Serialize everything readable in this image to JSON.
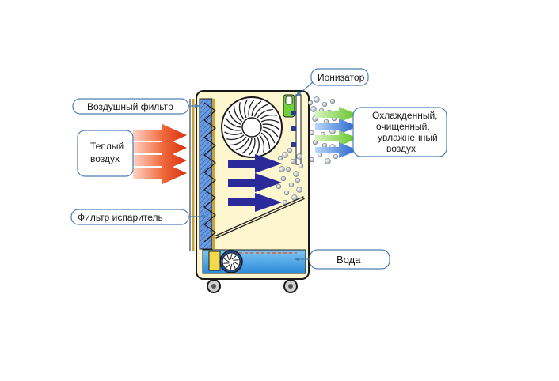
{
  "labels": {
    "air_filter": "Воздушный фильтр",
    "warm_air_line1": "Теплый",
    "warm_air_line2": "воздух",
    "evaporator_filter": "Фильтр испаритель",
    "ionizer": "Ионизатор",
    "output_line1": "Охлажденный,",
    "output_line2": "очищенный,",
    "output_line3": "увлажненный",
    "output_line4": "воздух",
    "water": "Вода"
  },
  "colors": {
    "callout_border": "#4a7fb5",
    "body_fill": "#fdf6cf",
    "body_stroke": "#1a1a1a",
    "warm_arrow": "#e8401c",
    "internal_arrow": "#2a2a9a",
    "out_green": "#7cd13a",
    "out_blue": "#2f6fd0",
    "water": "#3fa3e6",
    "filter_blue": "#5a8fd6",
    "filter_frame": "#c9a23a"
  },
  "icons": {
    "fan": "fan-icon",
    "pump": "pump-icon",
    "ionizer": "ionizer-icon",
    "wheel": "wheel-icon"
  }
}
